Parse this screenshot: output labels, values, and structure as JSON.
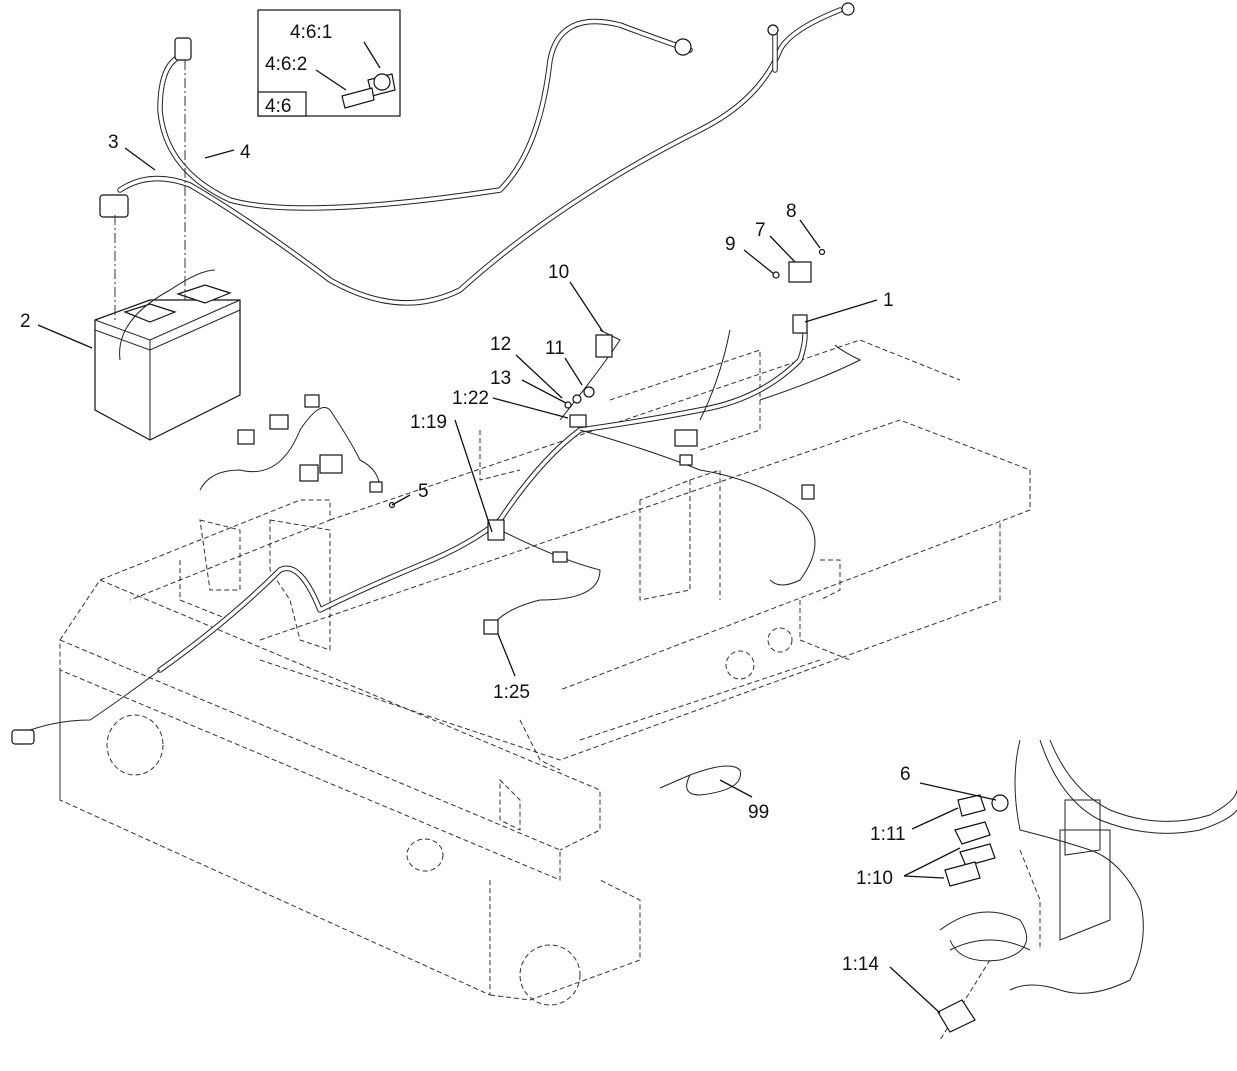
{
  "diagram": {
    "inset": {
      "labels": [
        "4:6:1",
        "4:6:2",
        "4:6"
      ]
    },
    "callouts": [
      {
        "id": "c1",
        "text": "1"
      },
      {
        "id": "c2",
        "text": "2"
      },
      {
        "id": "c3",
        "text": "3"
      },
      {
        "id": "c4",
        "text": "4"
      },
      {
        "id": "c5",
        "text": "5"
      },
      {
        "id": "c6",
        "text": "6"
      },
      {
        "id": "c7",
        "text": "7"
      },
      {
        "id": "c8",
        "text": "8"
      },
      {
        "id": "c9",
        "text": "9"
      },
      {
        "id": "c10",
        "text": "10"
      },
      {
        "id": "c11",
        "text": "11"
      },
      {
        "id": "c12",
        "text": "12"
      },
      {
        "id": "c13",
        "text": "13"
      },
      {
        "id": "c122",
        "text": "1:22"
      },
      {
        "id": "c119",
        "text": "1:19"
      },
      {
        "id": "c125",
        "text": "1:25"
      },
      {
        "id": "c99",
        "text": "99"
      },
      {
        "id": "c111",
        "text": "1:11"
      },
      {
        "id": "c110",
        "text": "1:10"
      },
      {
        "id": "c114",
        "text": "1:14"
      }
    ]
  }
}
